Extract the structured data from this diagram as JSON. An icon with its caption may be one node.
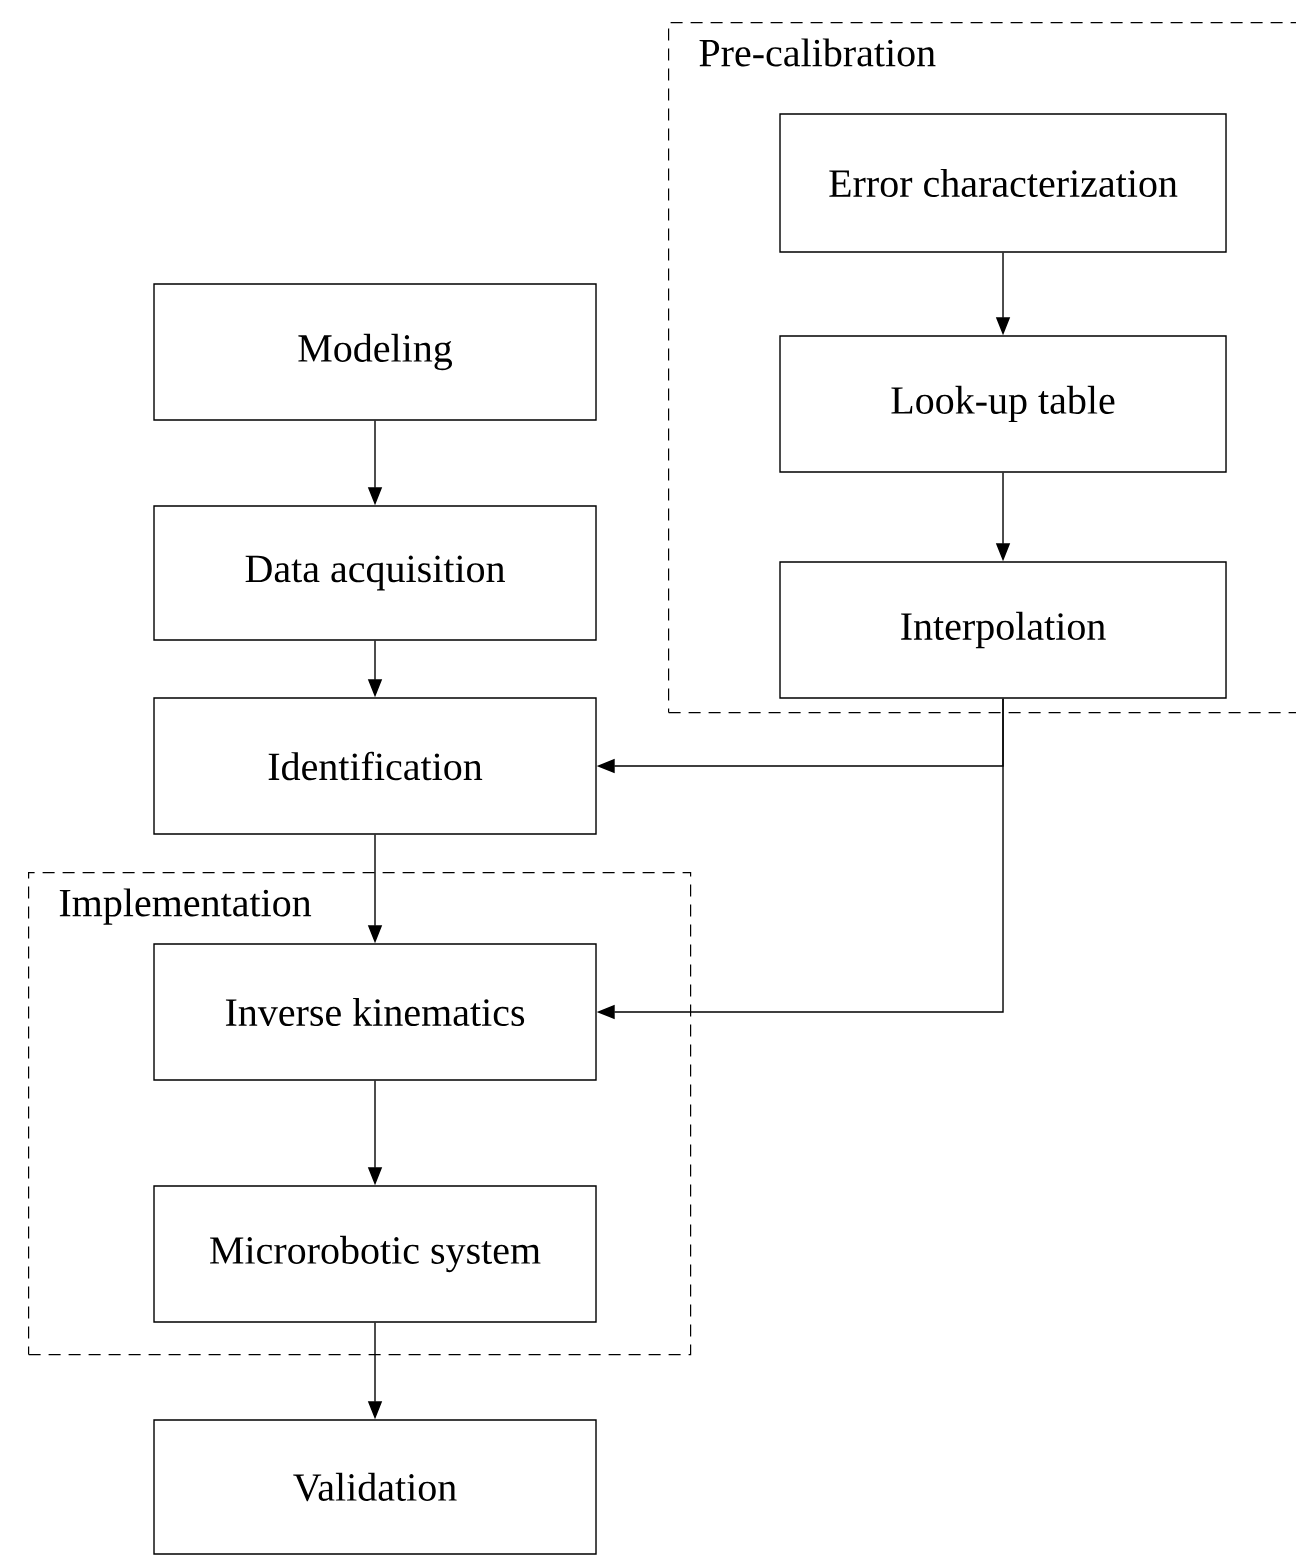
{
  "diagram": {
    "nodes": [
      {
        "text": [
          "Pre-calibration"
        ]
      },
      {
        "text": [
          "Error characterization"
        ],
        "in": 0
      },
      {
        "text": [
          "Look-up table"
        ],
        "in": 0
      },
      {
        "text": [
          "Interpolation"
        ],
        "in": 0
      },
      {
        "text": [
          "Modeling"
        ]
      },
      {
        "text": [
          "Data acquisition"
        ]
      },
      {
        "text": [
          "Identification"
        ]
      },
      {
        "text": [
          "Implementation"
        ]
      },
      {
        "text": [
          "Inverse kinematics"
        ],
        "in": 7
      },
      {
        "text": [
          "Microrobotic system"
        ],
        "in": 7
      },
      {
        "text": [
          "Validation"
        ]
      }
    ],
    "edges": [
      {
        "from": 1,
        "to": 2,
        "arrow": "to"
      },
      {
        "from": 2,
        "to": 3,
        "arrow": "to"
      },
      {
        "from": 4,
        "to": 5,
        "arrow": "to"
      },
      {
        "from": 5,
        "to": 6,
        "arrow": "to"
      },
      {
        "from": 3,
        "to": 6,
        "arrow": "to"
      },
      {
        "from": 6,
        "to": 8,
        "arrow": "to"
      },
      {
        "from": 3,
        "to": 8,
        "arrow": "to"
      },
      {
        "from": 8,
        "to": 9,
        "arrow": "to"
      },
      {
        "from": 9,
        "to": 10,
        "arrow": "to"
      }
    ]
  }
}
